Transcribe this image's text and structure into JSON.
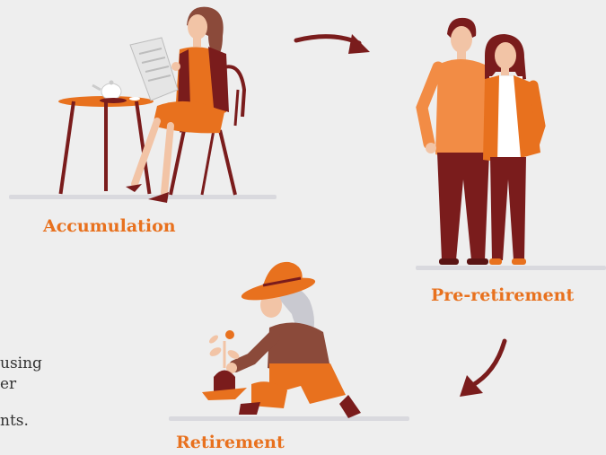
{
  "stages": [
    {
      "id": "accumulation",
      "label": "Accumulation"
    },
    {
      "id": "pre-retirement",
      "label": "Pre-retirement"
    },
    {
      "id": "retirement",
      "label": "Retirement"
    }
  ],
  "text_fragments": [
    "using",
    "er",
    "nts."
  ],
  "colors": {
    "accent_orange": "#e8711e",
    "dark_maroon": "#7a1c1c",
    "skin": "#f2c4a6",
    "ground": "#d9d9de",
    "background": "#eeeeee"
  },
  "icons": [
    "woman-reading-newspaper",
    "couple-standing",
    "elderly-woman-gardening",
    "curved-arrow"
  ]
}
